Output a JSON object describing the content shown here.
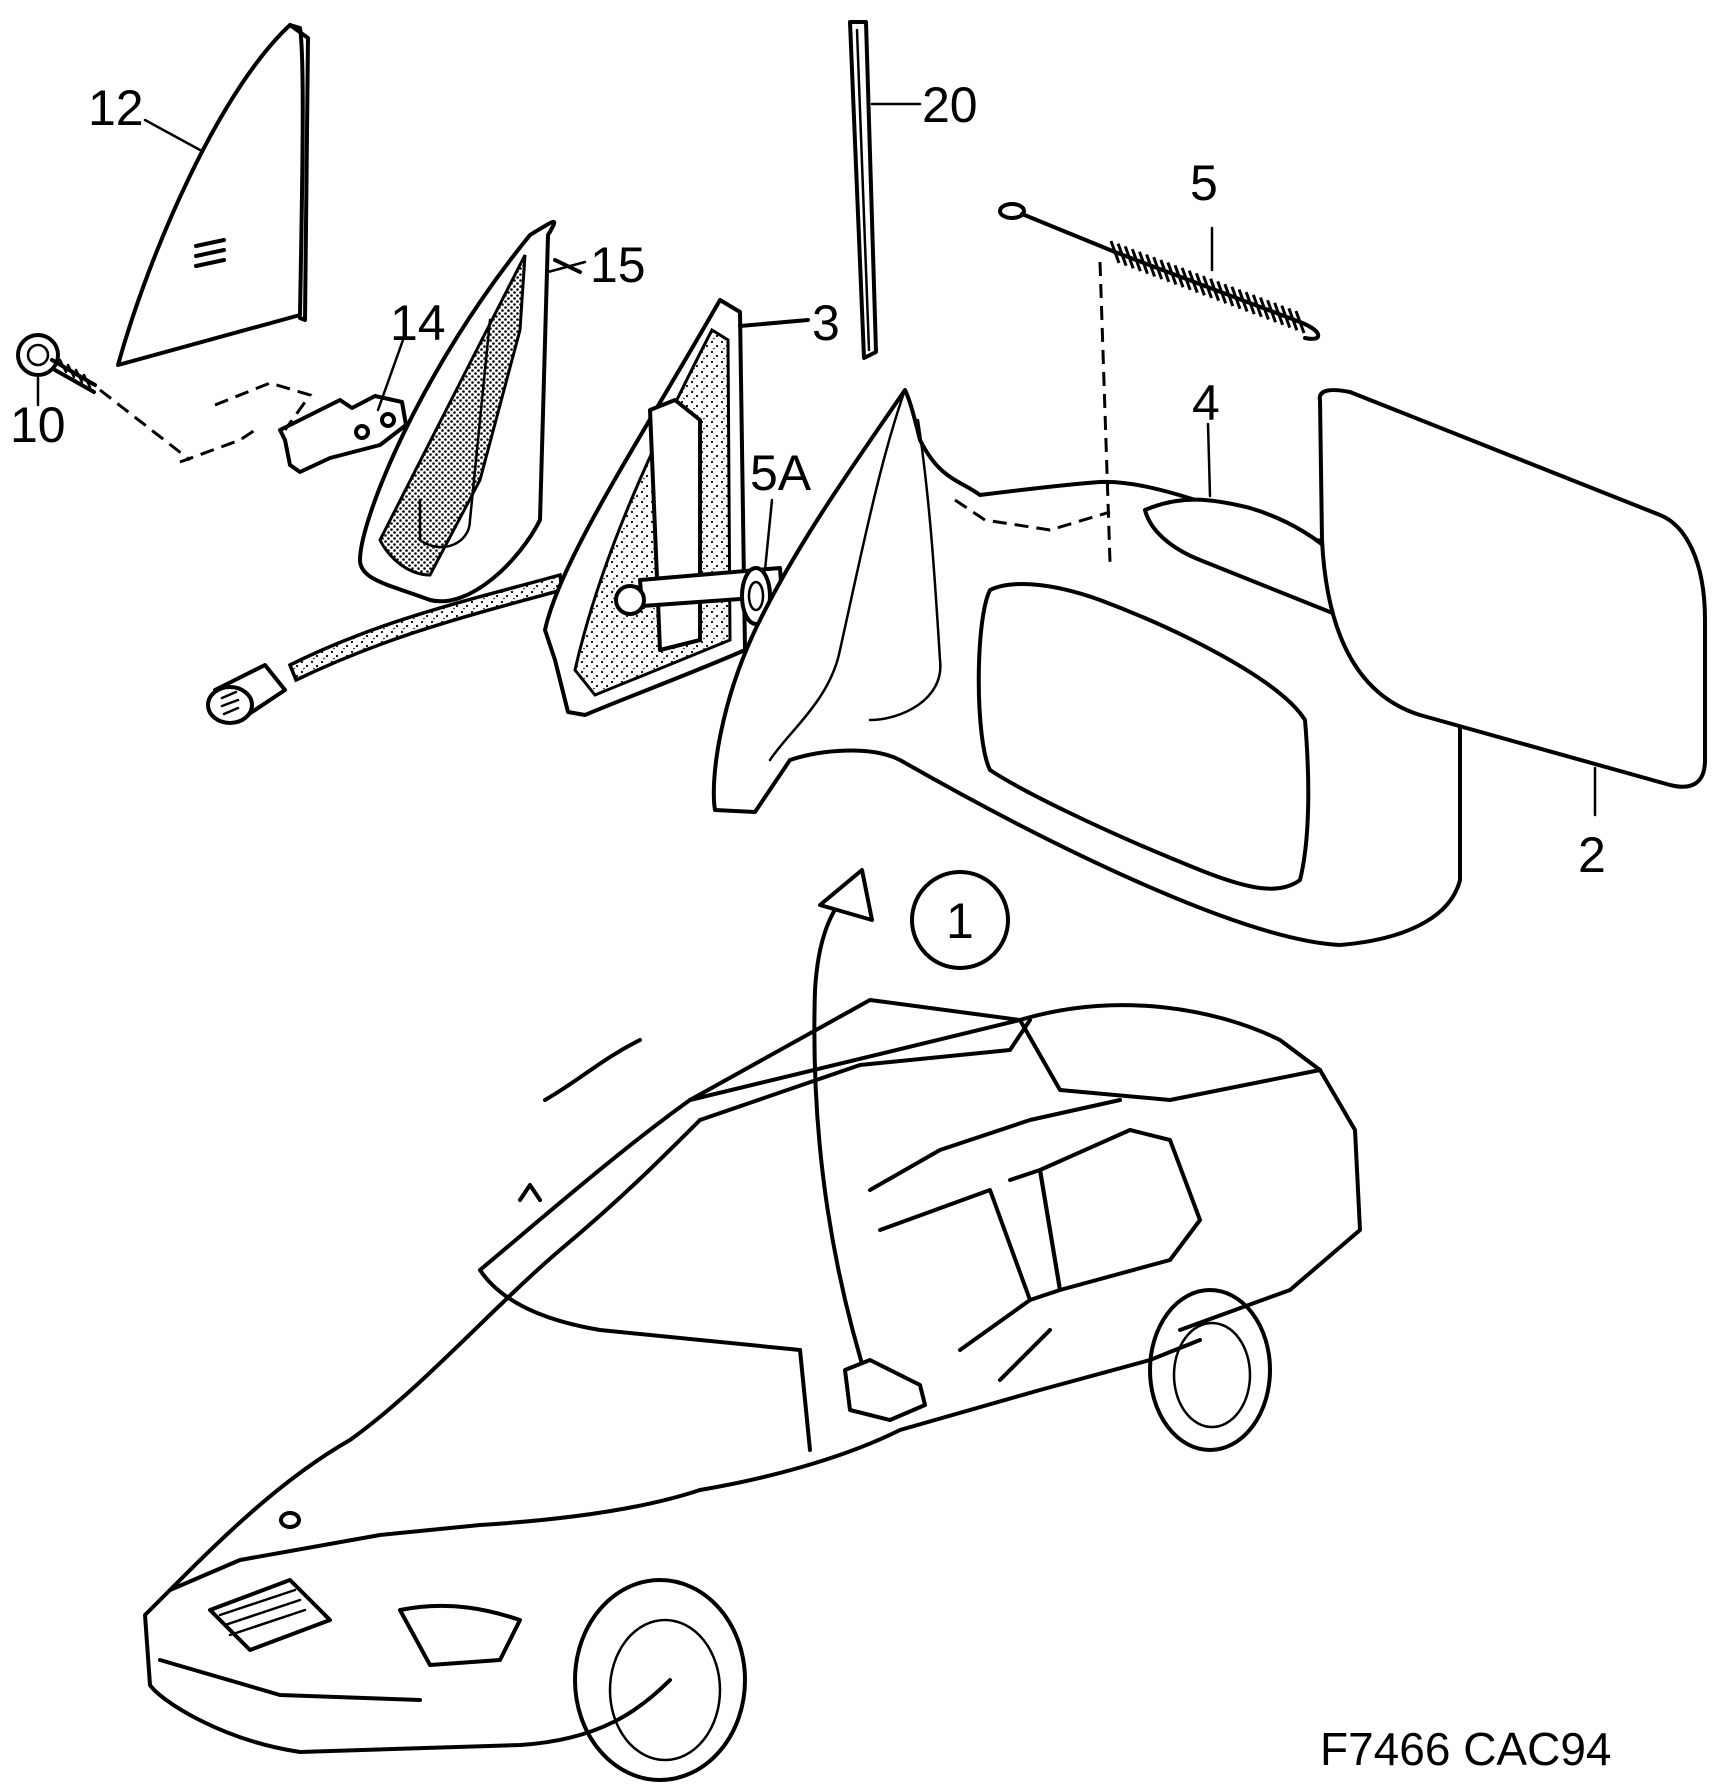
{
  "labels": {
    "p12": "12",
    "p20": "20",
    "p5": "5",
    "p15": "15",
    "p14": "14",
    "p3": "3",
    "p10": "10",
    "p4": "4",
    "p5a": "5A",
    "p2": "2",
    "p1": "1"
  },
  "figure_code": "F7466 CAC94"
}
